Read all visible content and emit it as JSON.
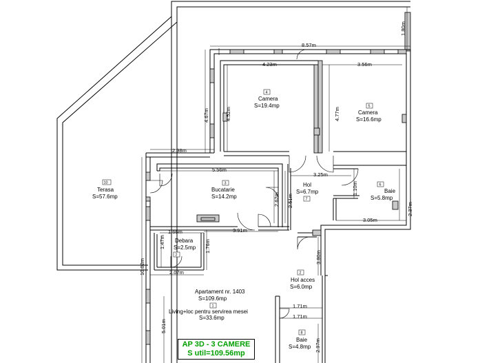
{
  "accent_color": "#00a000",
  "rooms": [
    {
      "id": "r4",
      "number": "4",
      "name": "Camera",
      "area": "S=19.4mp"
    },
    {
      "id": "r5",
      "number": "5",
      "name": "Camera",
      "area": "S=16.6mp"
    },
    {
      "id": "r3",
      "number": "3",
      "name": "Bucatarie",
      "area": "S=14.2mp"
    },
    {
      "id": "r7",
      "number": "7",
      "name": "Hol",
      "area": "S=6.7mp"
    },
    {
      "id": "r6",
      "number": "6",
      "name": "Baie",
      "area": "S=5.8mp"
    },
    {
      "id": "r10",
      "number": "10",
      "name": "Terasa",
      "area": "S=57.6mp"
    },
    {
      "id": "r2",
      "number": "2",
      "name": "Debara",
      "area": "S=2.5mp"
    },
    {
      "id": "r8",
      "number": "2",
      "name": "Hol acces",
      "area": "S=6.0mp"
    },
    {
      "id": "r1",
      "number": "1",
      "name": "Living+loc pentru servirea mesei",
      "area": "S=33.6mp"
    },
    {
      "id": "r9",
      "number": "8",
      "name": "Baie",
      "area": "S=4.8mp"
    }
  ],
  "apartment": {
    "title": "Apartament nr. 1403",
    "area": "S=109.6mp"
  },
  "dimensions": {
    "d1": "8.57m",
    "d2": "1.80m",
    "d3": "4.23m",
    "d4": "3.56m",
    "d5": "4.67m",
    "d6": "4.52m",
    "d7": "4.77m",
    "d8": "2.98m",
    "d9": "5.56m",
    "d10": "3.25m",
    "d11": "1.10m",
    "d12": "2.37m",
    "d13": "2.62m",
    "d14": "2.51m",
    "d15": "1.66m",
    "d16": "3.91m",
    "d17": "3.05m",
    "d18": "1.47m",
    "d19": "1.76m",
    "d20": "10.02m",
    "d21": "2.07m",
    "d22": "3.80m",
    "d23": "1.71m",
    "d24": "1.71m",
    "d25": "5.01m",
    "d26": "2.97m"
  },
  "summary": {
    "line1": "AP 3D - 3 CAMERE",
    "line2": "S util=109.56mp"
  }
}
